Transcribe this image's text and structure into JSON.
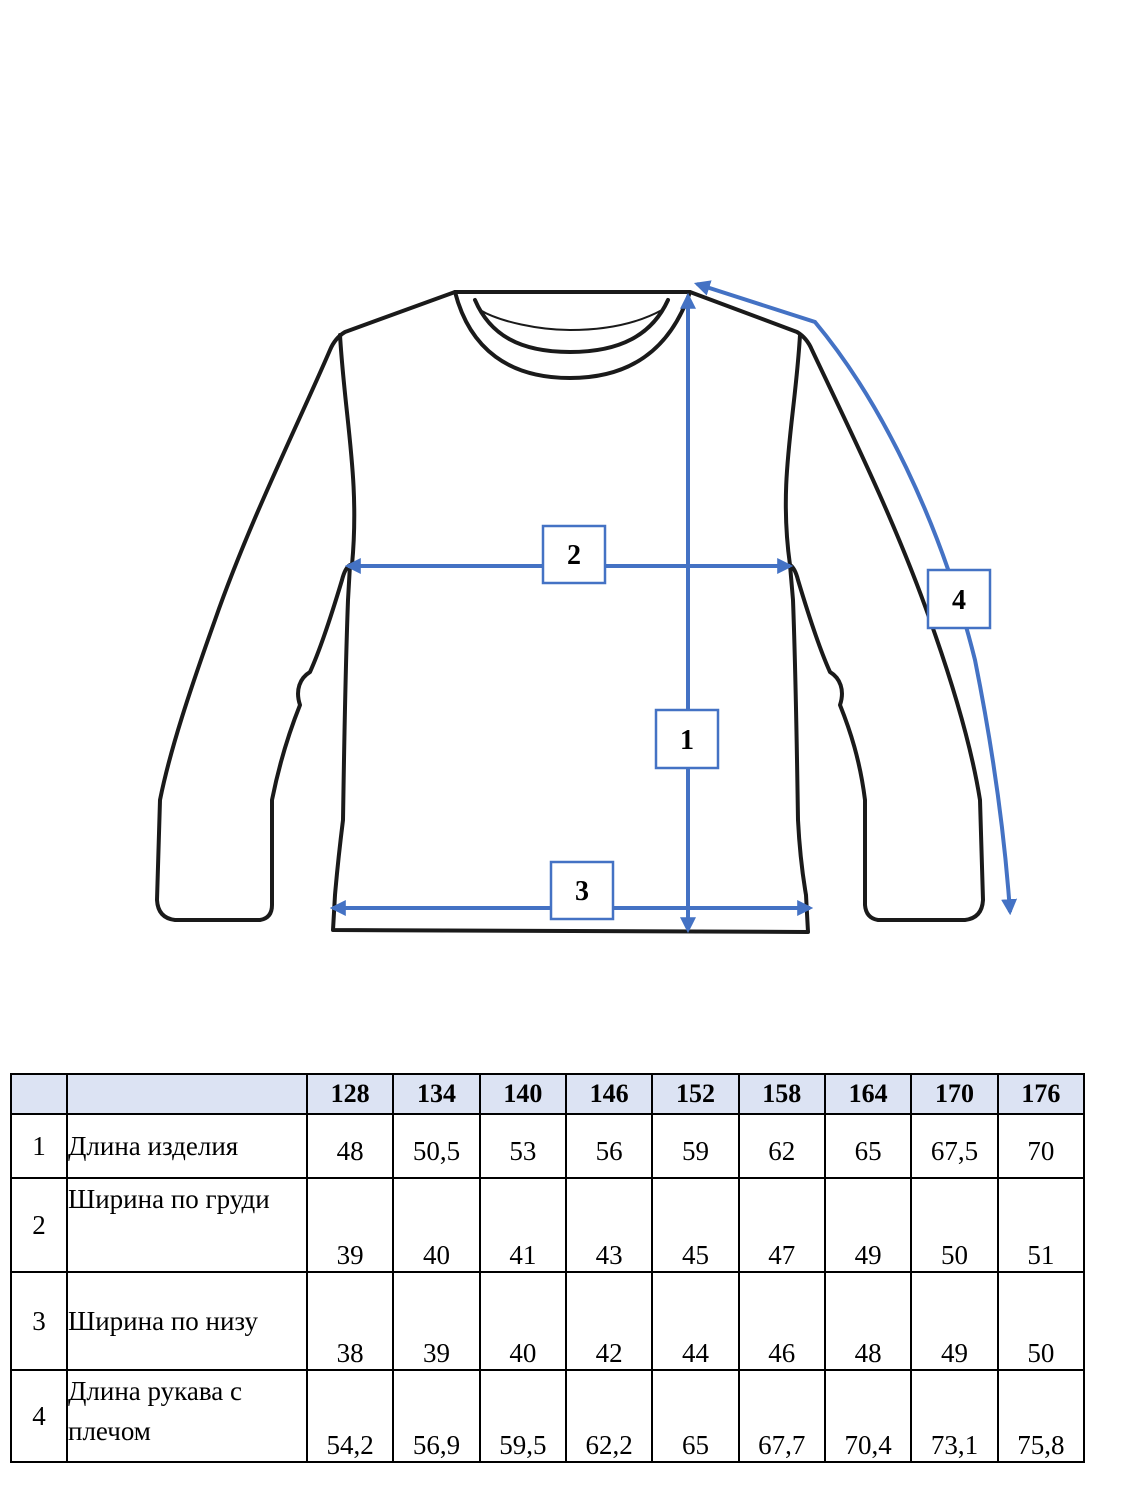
{
  "markers": [
    "1",
    "2",
    "3",
    "4"
  ],
  "colors": {
    "measurement": "#4472c4",
    "header_bg": "#dce3f3",
    "outline": "#1a1a1a"
  },
  "table": {
    "sizes": [
      "128",
      "134",
      "140",
      "146",
      "152",
      "158",
      "164",
      "170",
      "176"
    ],
    "rows": [
      {
        "num": "1",
        "label": "Длина изделия",
        "values": [
          "48",
          "50,5",
          "53",
          "56",
          "59",
          "62",
          "65",
          "67,5",
          "70"
        ]
      },
      {
        "num": "2",
        "label": "Ширина по груди",
        "values": [
          "39",
          "40",
          "41",
          "43",
          "45",
          "47",
          "49",
          "50",
          "51"
        ]
      },
      {
        "num": "3",
        "label": "Ширина по низу",
        "values": [
          "38",
          "39",
          "40",
          "42",
          "44",
          "46",
          "48",
          "49",
          "50"
        ]
      },
      {
        "num": "4",
        "label": "Длина рукава с плечом",
        "values": [
          "54,2",
          "56,9",
          "59,5",
          "62,2",
          "65",
          "67,7",
          "70,4",
          "73,1",
          "75,8"
        ]
      }
    ]
  }
}
